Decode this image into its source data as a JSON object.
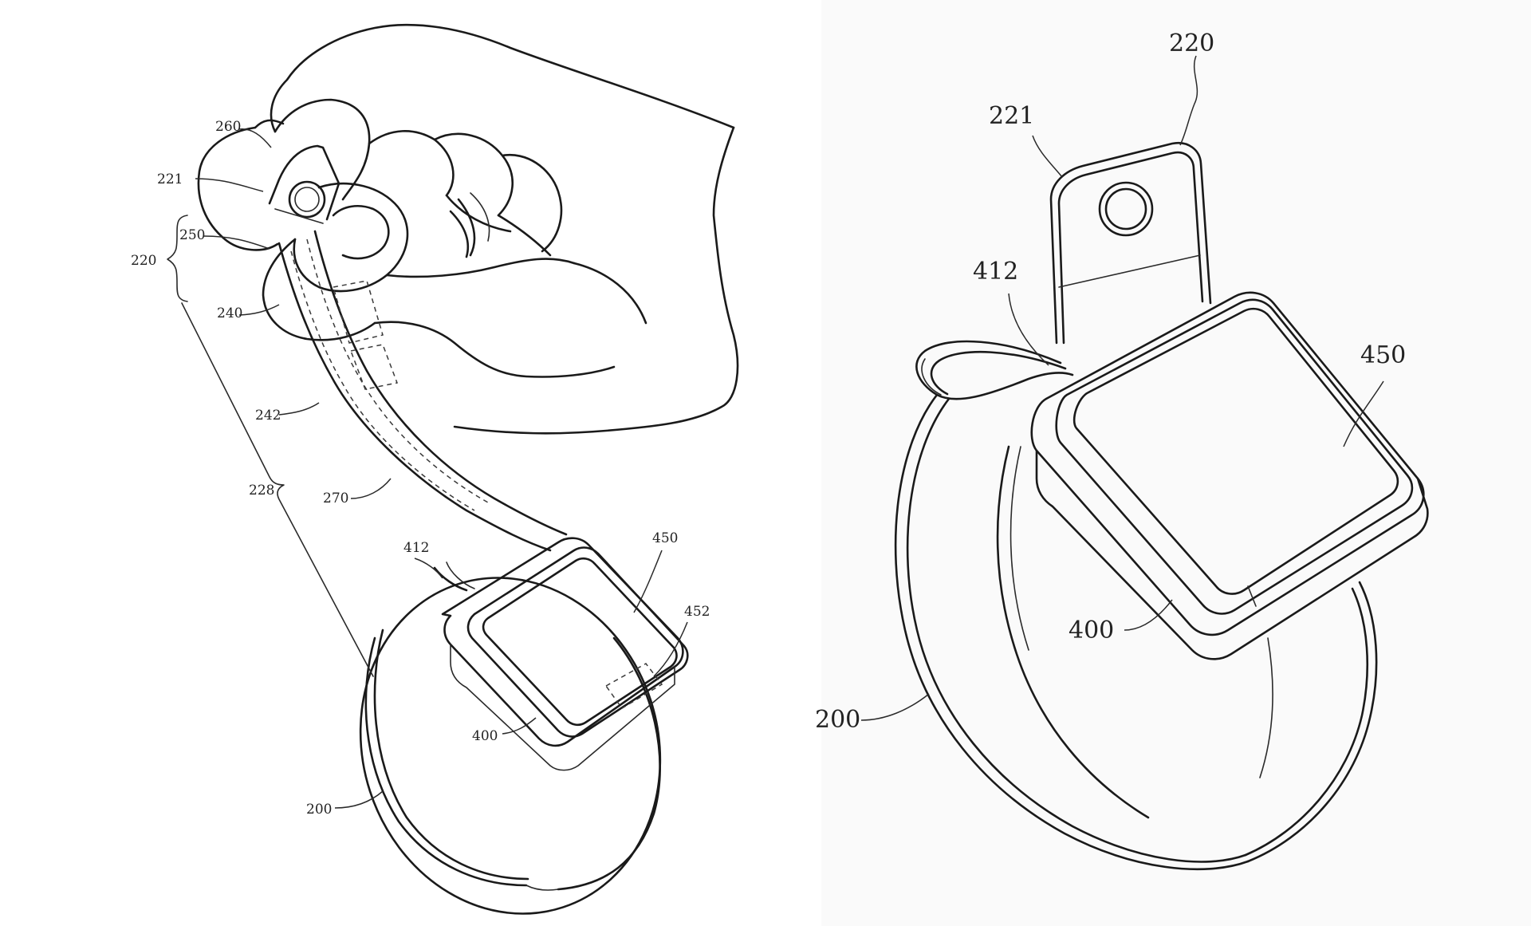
{
  "figure_left": {
    "labels": {
      "l260": "260",
      "l221": "221",
      "l250": "250",
      "l220": "220",
      "l240": "240",
      "l242": "242",
      "l228": "228",
      "l270": "270",
      "l412": "412",
      "l450": "450",
      "l452": "452",
      "l400": "400",
      "l200": "200"
    }
  },
  "figure_right": {
    "labels": {
      "l220": "220",
      "l221": "221",
      "l412": "412",
      "l450": "450",
      "l400": "400",
      "l200": "200"
    }
  },
  "colors": {
    "line": "#1a1a1a",
    "background": "#ffffff",
    "right_background": "#fafafa"
  }
}
